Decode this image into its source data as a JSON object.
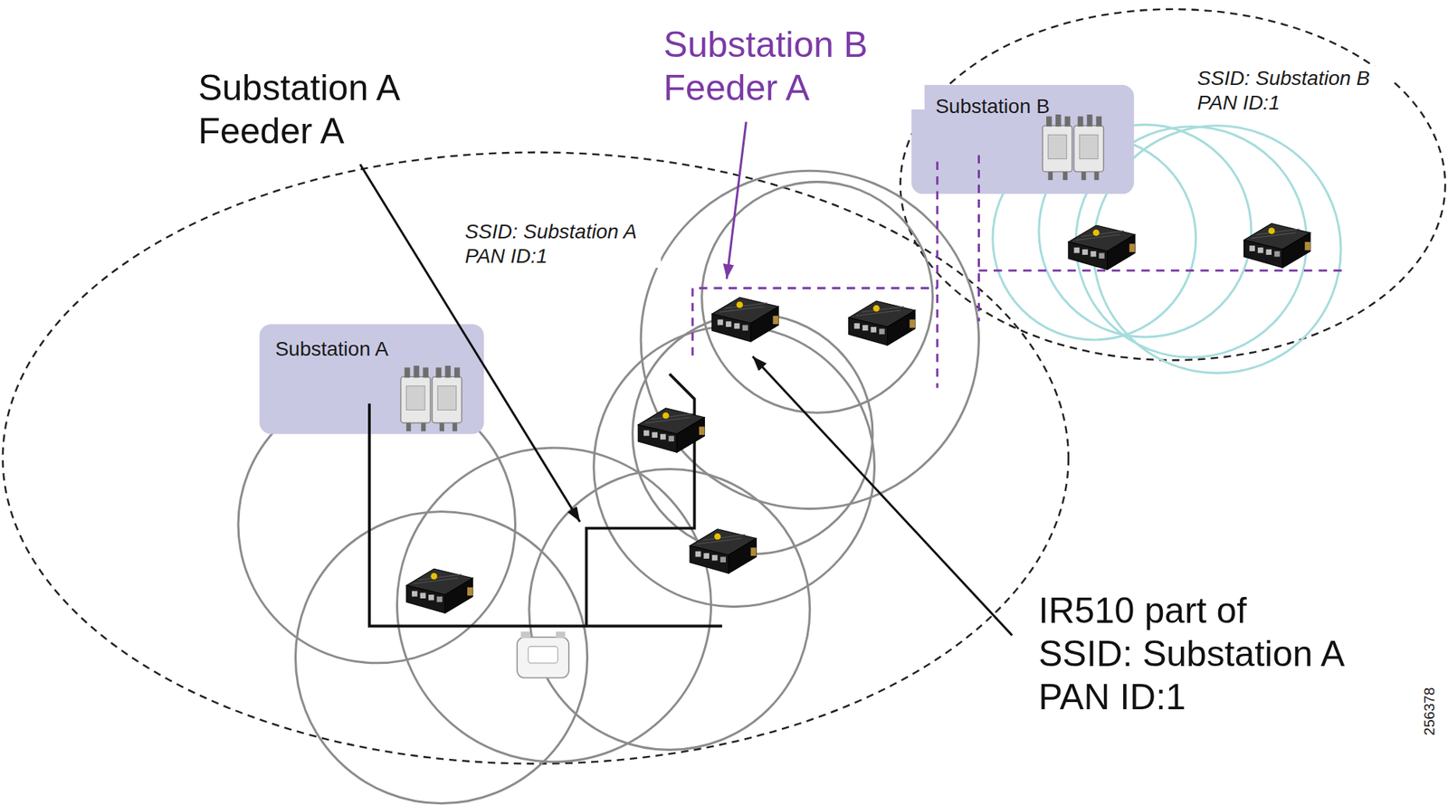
{
  "diagram": {
    "nodes": [
      {
        "text": [
          "Substation A"
        ]
      },
      {
        "text": [
          "Substation B"
        ]
      }
    ],
    "labels": [
      "Substation A Feeder A",
      "SSID: Substation A PAN ID:1",
      "Substation B Feeder A",
      "SSID: Substation B PAN ID:1",
      "IR510 part of SSID: Substation A PAN ID:1",
      "256378"
    ]
  }
}
